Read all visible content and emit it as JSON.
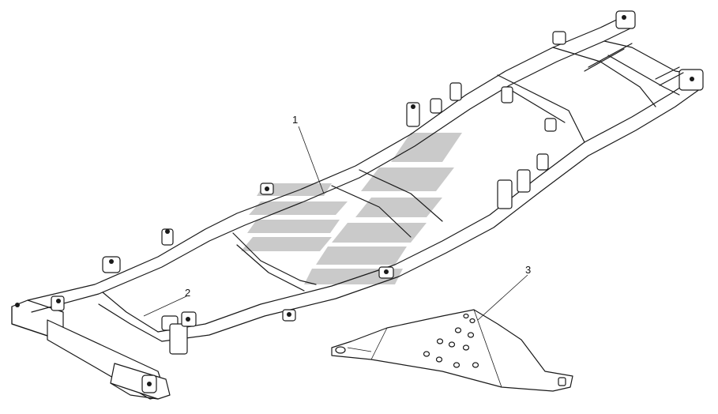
{
  "diagram": {
    "callouts": [
      {
        "id": "1",
        "label": "1"
      },
      {
        "id": "2",
        "label": "2"
      },
      {
        "id": "3",
        "label": "3"
      }
    ],
    "colors": {
      "line": "#1a1a1a",
      "watermark": "#b9b9b9",
      "background": "#ffffff"
    },
    "watermark_icon": "company-logo-watermark"
  }
}
